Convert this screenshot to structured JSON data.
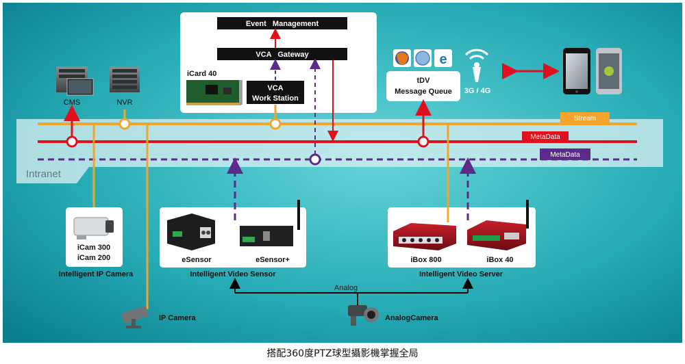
{
  "network": {
    "label": "Intranet",
    "buses": {
      "stream": "Stream",
      "metadata_red": "MetaData",
      "metadata_purple": "MetaData"
    }
  },
  "top_box": {
    "event_management": "Event   Management",
    "vca_gateway": "VCA   Gateway",
    "icard": "iCard 40",
    "vca_workstation_line1": "VCA",
    "vca_workstation_line2": "Work Station"
  },
  "servers": {
    "cms": "CMS",
    "nvr": "NVR"
  },
  "tdv": {
    "line1": "tDV",
    "line2": "Message Queue"
  },
  "mobile": {
    "network": "3G / 4G"
  },
  "devices": {
    "icam_line1": "iCam 300",
    "icam_line2": "iCam 200",
    "icam_group": "Intelligent IP Camera",
    "esensor": "eSensor",
    "esensor_plus": "eSensor+",
    "sensor_group": "Intelligent Video Sensor",
    "ibox800": "iBox 800",
    "ibox40": "iBox 40",
    "server_group": "Intelligent Video Server",
    "ip_camera": "IP Camera",
    "analog": "Analog",
    "analog_camera": "AnalogCamera"
  },
  "caption": "搭配360度PTZ球型攝影機掌握全局",
  "colors": {
    "stream": "#f2a52c",
    "metadata": "#e0101f",
    "purple": "#5b2a8a",
    "bg_dark": "#0b8e9a",
    "bg_light": "#5cd1d6"
  }
}
